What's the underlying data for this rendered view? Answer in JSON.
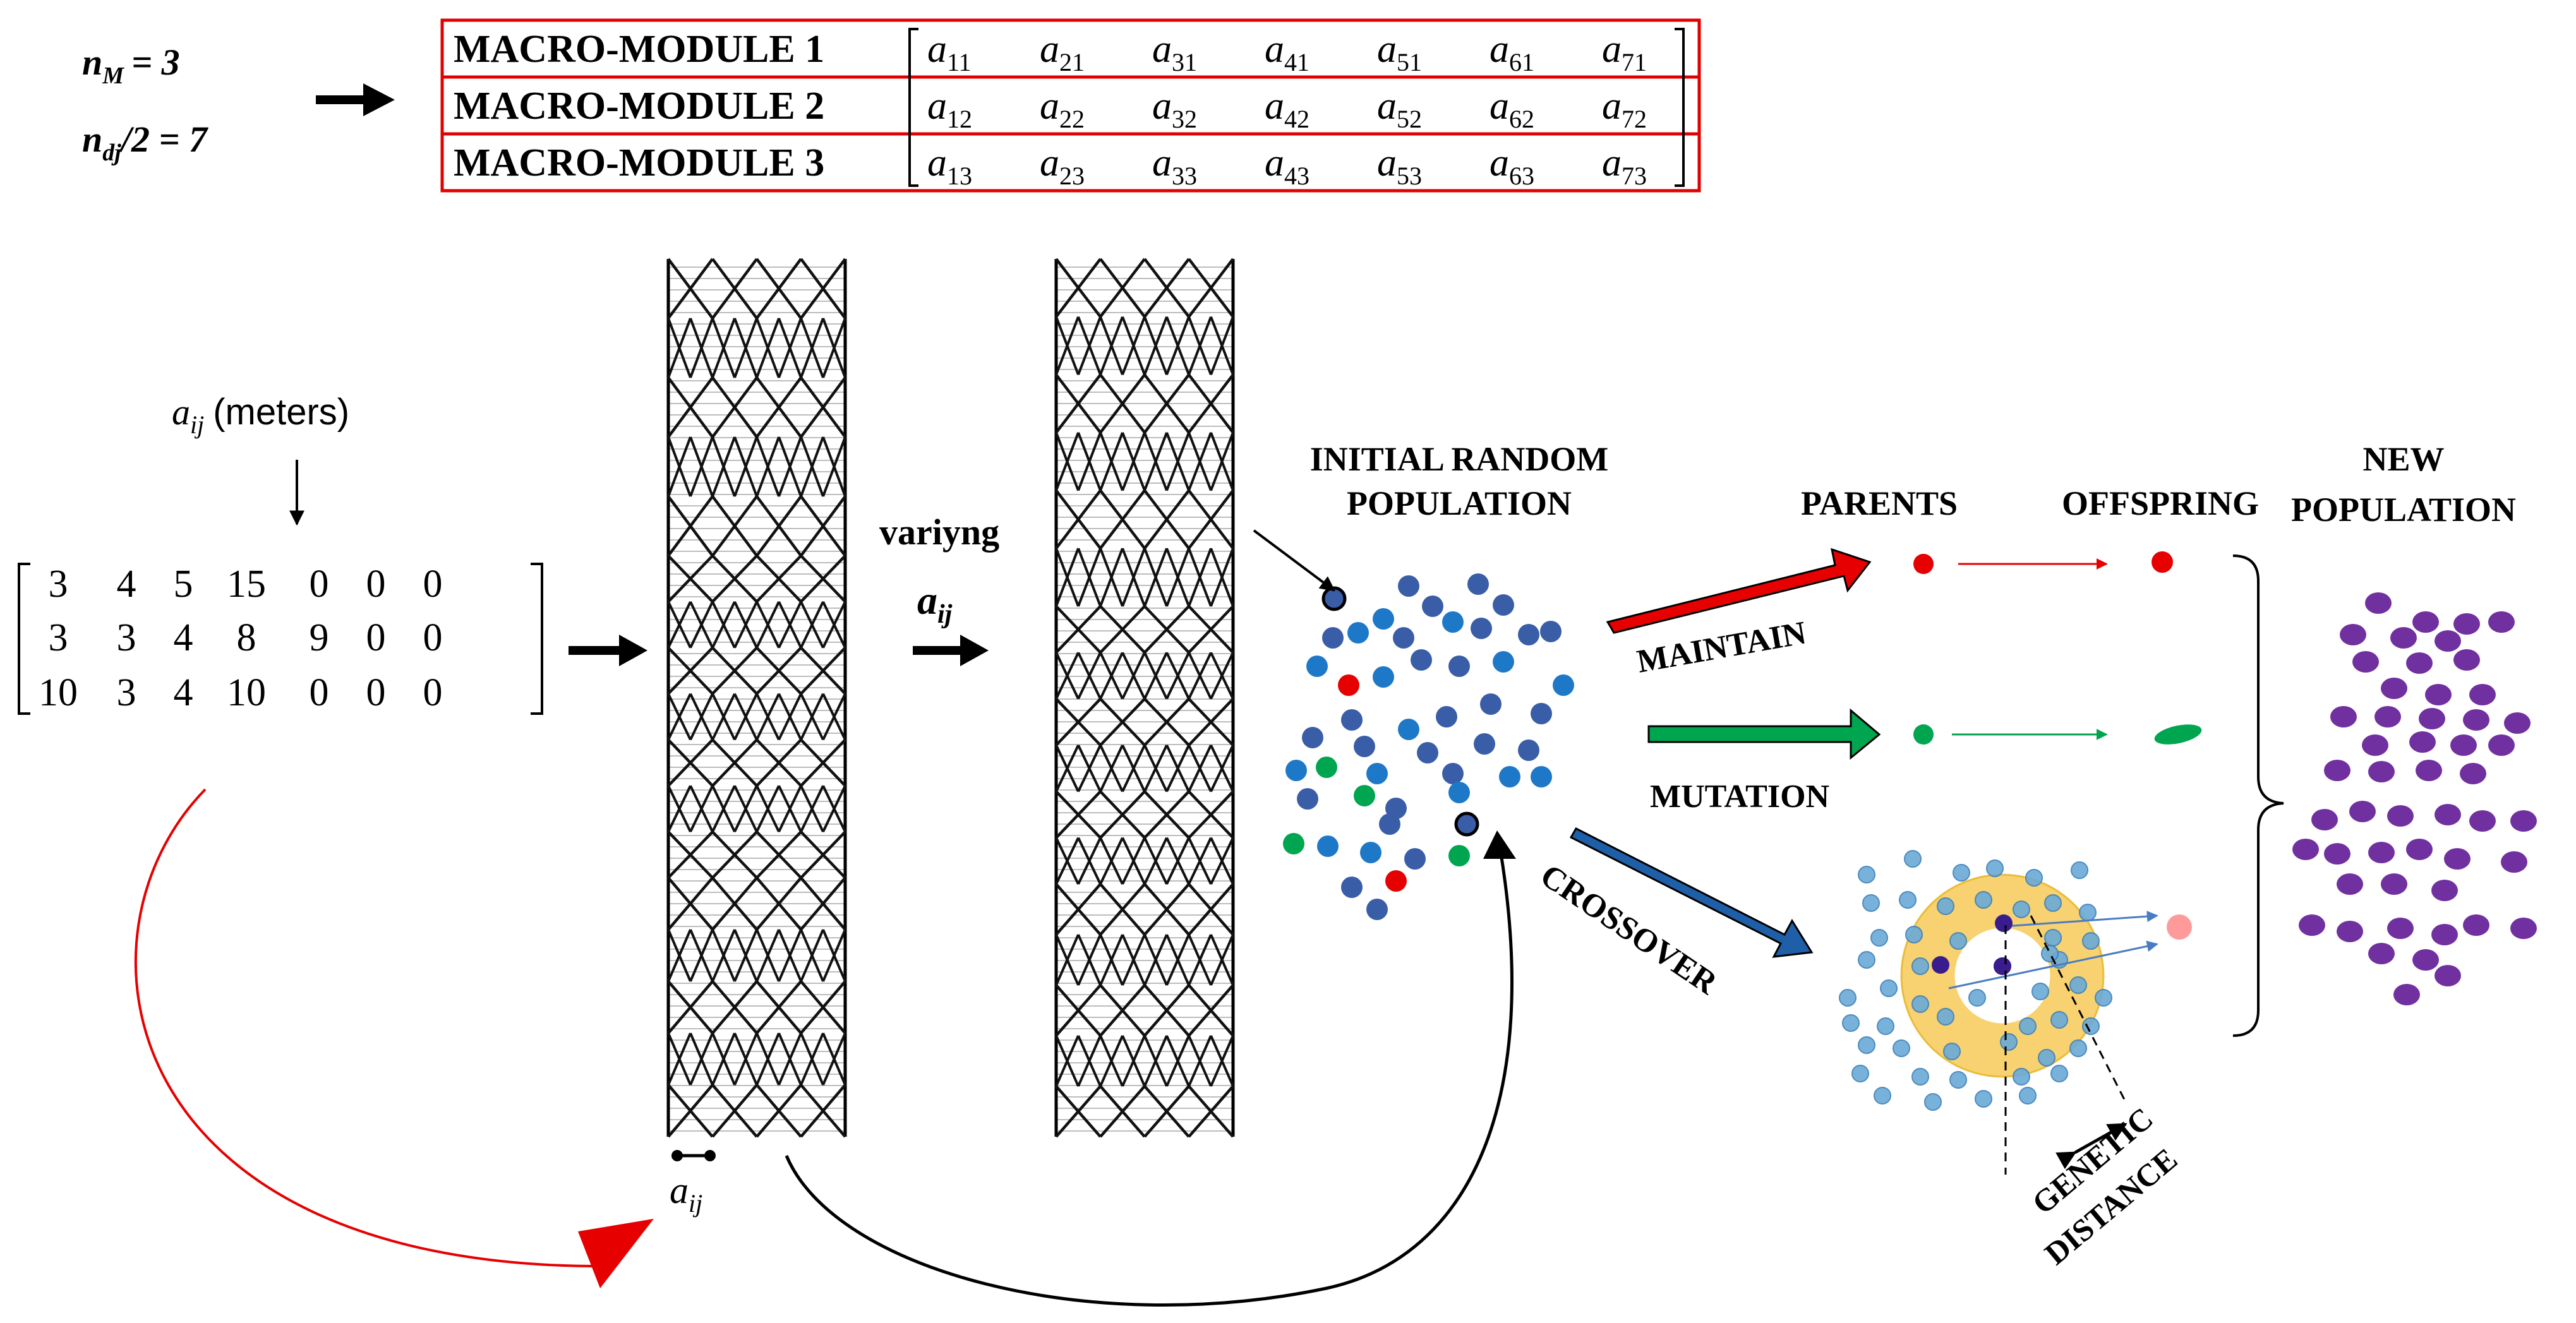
{
  "params": {
    "nM_label": "n",
    "nM_sub": "M",
    "nM_value": "= 3",
    "ndj_label": "n",
    "ndj_sub": "dj",
    "ndj_value": "/2 = 7"
  },
  "modules": {
    "rows": [
      {
        "label": "MACRO-MODULE 1",
        "cells": [
          "11",
          "21",
          "31",
          "41",
          "51",
          "61",
          "71"
        ]
      },
      {
        "label": "MACRO-MODULE 2",
        "cells": [
          "12",
          "22",
          "32",
          "42",
          "52",
          "62",
          "72"
        ]
      },
      {
        "label": "MACRO-MODULE 3",
        "cells": [
          "13",
          "23",
          "33",
          "43",
          "53",
          "63",
          "73"
        ]
      }
    ],
    "var": "a",
    "border_color": "#e00000"
  },
  "aij_label": {
    "var": "a",
    "sub": "ij",
    "unit": "(meters)"
  },
  "matrix": [
    [
      "3",
      "4",
      "5",
      "15",
      "0",
      "0",
      "0"
    ],
    [
      "3",
      "3",
      "4",
      "8",
      "9",
      "0",
      "0"
    ],
    [
      "10",
      "3",
      "4",
      "10",
      "0",
      "0",
      "0"
    ]
  ],
  "tower_scale": {
    "var": "a",
    "sub": "ij"
  },
  "varying": {
    "word": "variyng",
    "var": "a",
    "sub": "ij"
  },
  "labels": {
    "initial_line1": "INITIAL RANDOM",
    "initial_line2": "POPULATION",
    "parents": "PARENTS",
    "offspring": "OFFSPRING",
    "new_line1": "NEW",
    "new_line2": "POPULATION",
    "maintain": "MAINTAIN",
    "mutation": "MUTATION",
    "crossover": "CROSSOVER",
    "genetic1": "GENETIC",
    "genetic2": "DISTANCE"
  },
  "colors": {
    "red": "#e60000",
    "green": "#00a550",
    "blue": "#1f5fa8",
    "dark_blue": "#3a5fa8",
    "light_blue": "#6aaad8",
    "purple": "#7030a0",
    "gold": "#f5c242",
    "pink": "#ff9a9a"
  }
}
